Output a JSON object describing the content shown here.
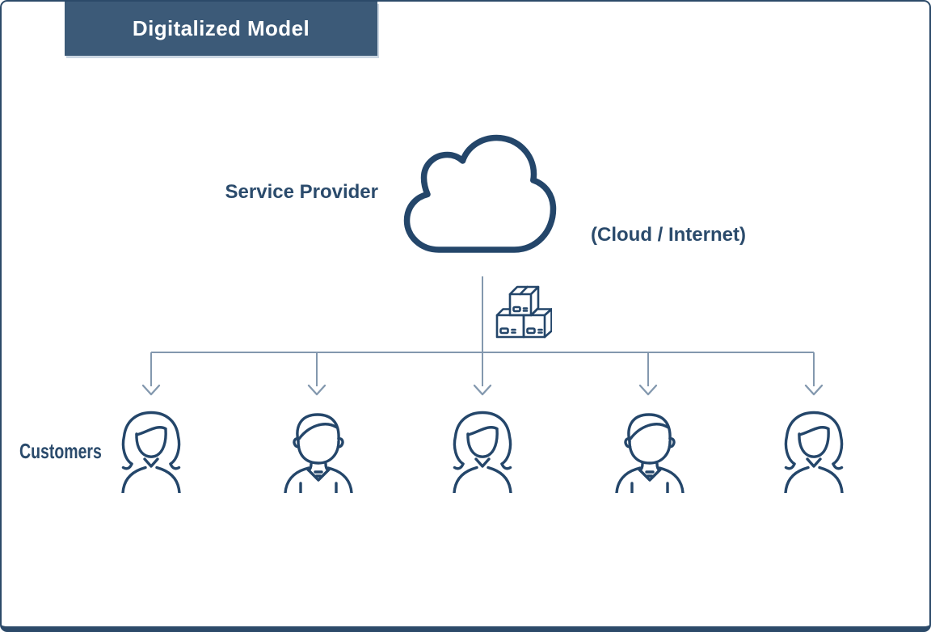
{
  "title_banner": {
    "label": "Digitalized Model"
  },
  "provider": {
    "label": "Service Provider",
    "cloud_label": "(Cloud / Internet)"
  },
  "customers": {
    "label": "Customers",
    "items": [
      {
        "type": "woman"
      },
      {
        "type": "man"
      },
      {
        "type": "woman"
      },
      {
        "type": "man"
      },
      {
        "type": "woman"
      }
    ]
  },
  "icons": {
    "cloud": "cloud-icon",
    "parcels": "parcel-boxes-icon",
    "woman": "woman-user-icon",
    "man": "man-user-icon",
    "arrows": "down-arrow-connector"
  },
  "colors": {
    "banner_bg": "#3c5a78",
    "banner_text": "#ffffff",
    "heading_text": "#2b4b6c",
    "icon_stroke": "#24466a",
    "connector": "#8398ae",
    "frame_border": "#2c4a69",
    "background": "#ffffff"
  }
}
